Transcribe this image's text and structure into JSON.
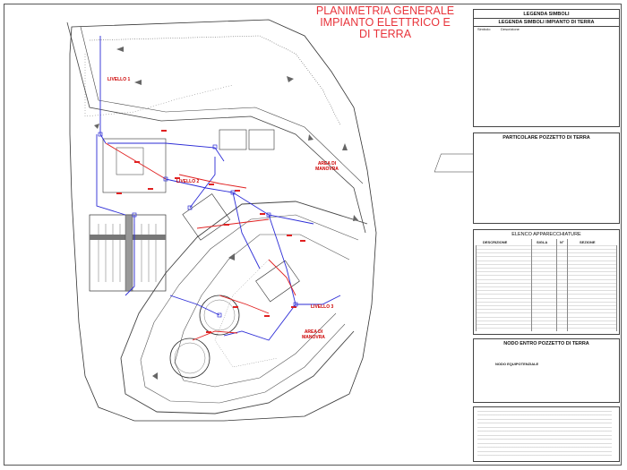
{
  "title": {
    "line1": "PLANIMETRIA GENERALE",
    "line2": "IMPIANTO ELETTRICO E",
    "line3": "DI TERRA"
  },
  "legend": {
    "header": "LEGENDA SIMBOLI",
    "subheader": "LEGENDA SIMBOLI IMPIANTO DI TERRA",
    "col_symbol": "Simbolo",
    "col_desc": "Descrizione"
  },
  "pozzetto_detail": {
    "title": "PARTICOLARE POZZETTO DI TERRA"
  },
  "apparecchiature": {
    "title": "ELENCO APPARECCHIATURE",
    "col1": "DESCRIZIONE",
    "col2": "SIGLA",
    "col3": "N°",
    "col4": "SEZIONE"
  },
  "nodo": {
    "title": "NODO ENTRO POZZETTO DI TERRA",
    "inner": "NODO EQUIPOTENZIALE"
  },
  "map_labels": {
    "livello1": "LIVELLO 1",
    "livello2": "LIVELLO 2",
    "livello3": "LIVELLO 3",
    "area_manovra_1": "AREA DI MANOVRA",
    "area_manovra_2": "AREA DI MANOVRA"
  },
  "colors": {
    "title_red": "#e8343b",
    "cable_blue": "#2b2bd6",
    "cable_red": "#e02020",
    "outline": "#333333"
  }
}
